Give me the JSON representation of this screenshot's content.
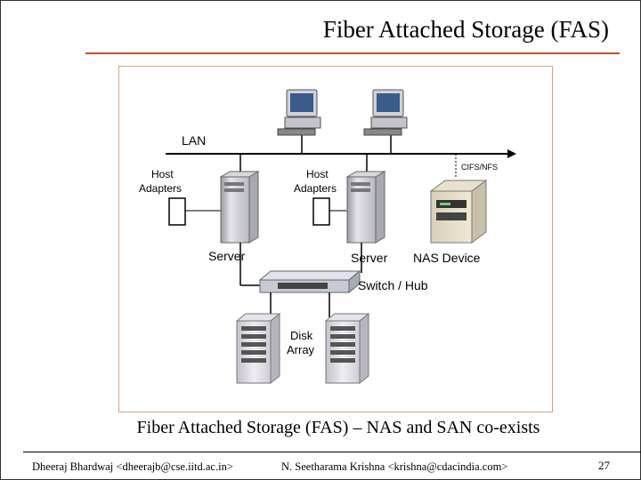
{
  "slide": {
    "title": "Fiber Attached Storage (FAS)",
    "caption": "Fiber Attached Storage (FAS) – NAS and SAN co-exists",
    "footer_left": "Dheeraj Bhardwaj <dheerajb@cse.iitd.ac.in>",
    "footer_middle": "N. Seetharama Krishna <krishna@cdacindia.com>",
    "page_number": "27"
  },
  "diagram": {
    "lan_label": "LAN",
    "protocol_label": "CIFS/NFS",
    "host_adapters_1": [
      "Host",
      "Adapters"
    ],
    "host_adapters_2": [
      "Host",
      "Adapters"
    ],
    "server_1": "Server",
    "server_2": "Server",
    "nas_device": "NAS Device",
    "switch_hub": "Switch / Hub",
    "disk_array": [
      "Disk",
      "Array"
    ]
  },
  "colors": {
    "title_rule": "#c0502a",
    "diagram_border": "#c8a878"
  }
}
